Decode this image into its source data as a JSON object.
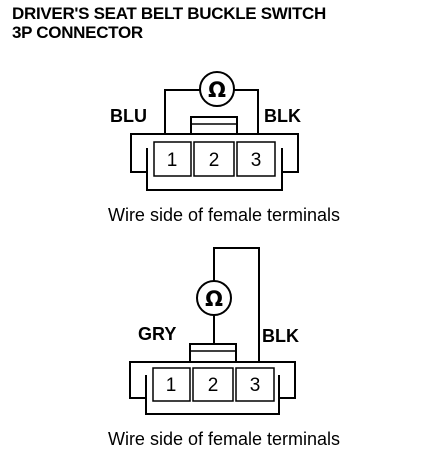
{
  "title": {
    "line1": "DRIVER'S SEAT BELT BUCKLE SWITCH",
    "line2": "3P CONNECTOR"
  },
  "meter_symbol": "Ω",
  "diagram_1": {
    "left_wire": "BLU",
    "right_wire": "BLK",
    "pins": [
      "1",
      "2",
      "3"
    ],
    "caption": "Wire side of female terminals"
  },
  "diagram_2": {
    "left_wire": "GRY",
    "right_wire": "BLK",
    "pins": [
      "1",
      "2",
      "3"
    ],
    "caption": "Wire side of female terminals"
  }
}
